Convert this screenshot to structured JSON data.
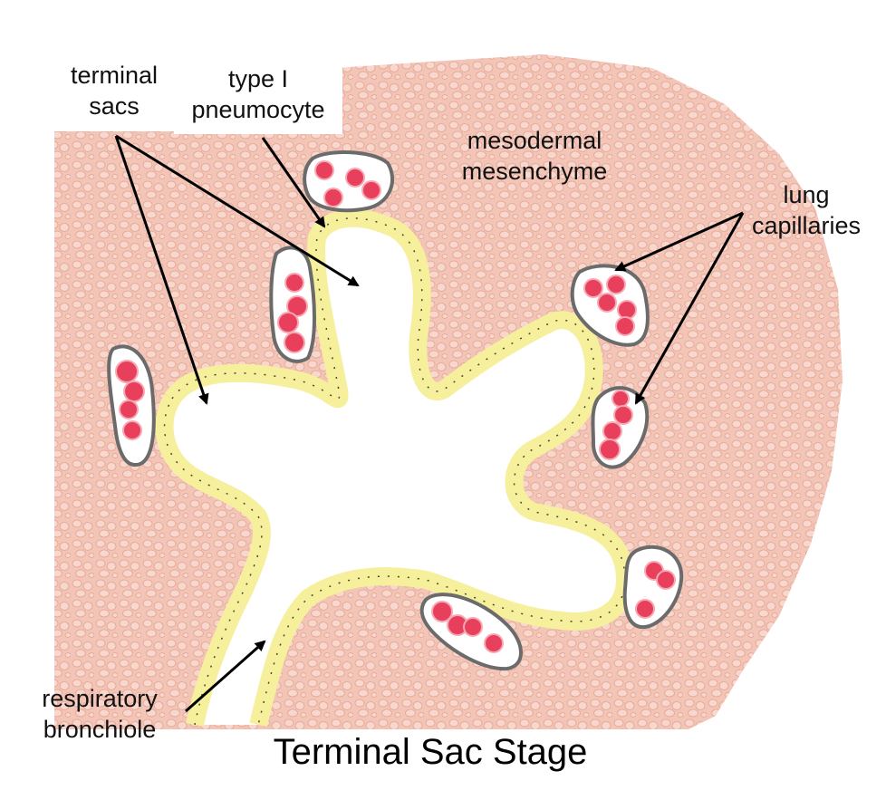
{
  "diagram": {
    "title": "Terminal Sac Stage",
    "labels": {
      "terminal_sacs": [
        "terminal",
        "sacs"
      ],
      "type_i_pneumocyte": [
        "type I",
        "pneumocyte"
      ],
      "mesodermal_mesenchyme": [
        "mesodermal",
        "mesenchyme"
      ],
      "lung_capillaries": [
        "lung",
        "capillaries"
      ],
      "respiratory_bronchiole": [
        "respiratory",
        "bronchiole"
      ]
    },
    "colors": {
      "tissue": "#f2c2b3",
      "tissue_dark": "#e7a997",
      "epithelium": "#f6ef9c",
      "epithelium_edge": "#8a8a60",
      "capillary_fill": "#ffffff",
      "capillary_edge": "#6b6b6b",
      "red_cell": "#e8405c",
      "arrow": "#000000"
    }
  }
}
